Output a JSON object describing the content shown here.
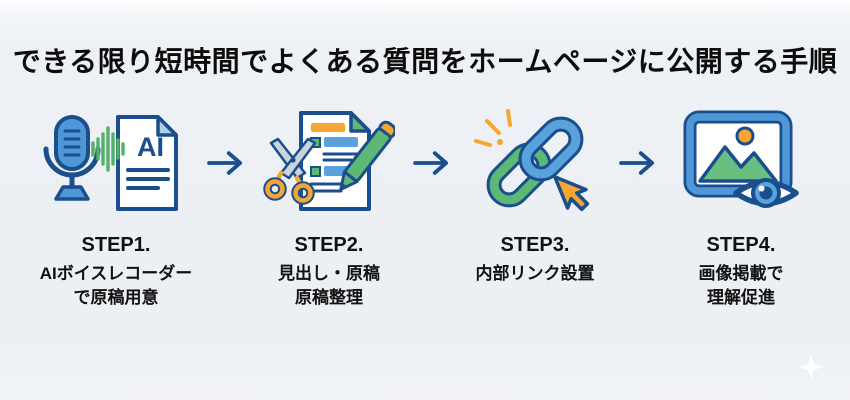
{
  "title": "できる限り短時間でよくある質問をホームページに公開する手順",
  "steps": [
    {
      "label": "STEP1.",
      "line1": "AIボイスレコーダー",
      "line2": "で原稿用意",
      "icon": "microphone-ai-document"
    },
    {
      "label": "STEP2.",
      "line1": "見出し・原稿",
      "line2": "原稿整理",
      "icon": "scissors-document-pen"
    },
    {
      "label": "STEP3.",
      "line1": "内部リンク設置",
      "line2": "",
      "icon": "chain-link-cursor"
    },
    {
      "label": "STEP4.",
      "line1": "画像掲載で",
      "line2": "理解促進",
      "icon": "picture-frame-eye"
    }
  ],
  "colors": {
    "background": "#edf1f5",
    "title_text": "#0c0c0c",
    "navy_outline": "#1b4e8c",
    "blue_fill": "#4f97d6",
    "light_blue_fill": "#5aa2dc",
    "green_fill": "#5cb874",
    "wave_green": "#53b06b",
    "orange_fill": "#f7a531",
    "blade_gray": "#ccd3d9",
    "fold_light_blue": "#aed0ec",
    "arrow": "#1b4e8c"
  }
}
